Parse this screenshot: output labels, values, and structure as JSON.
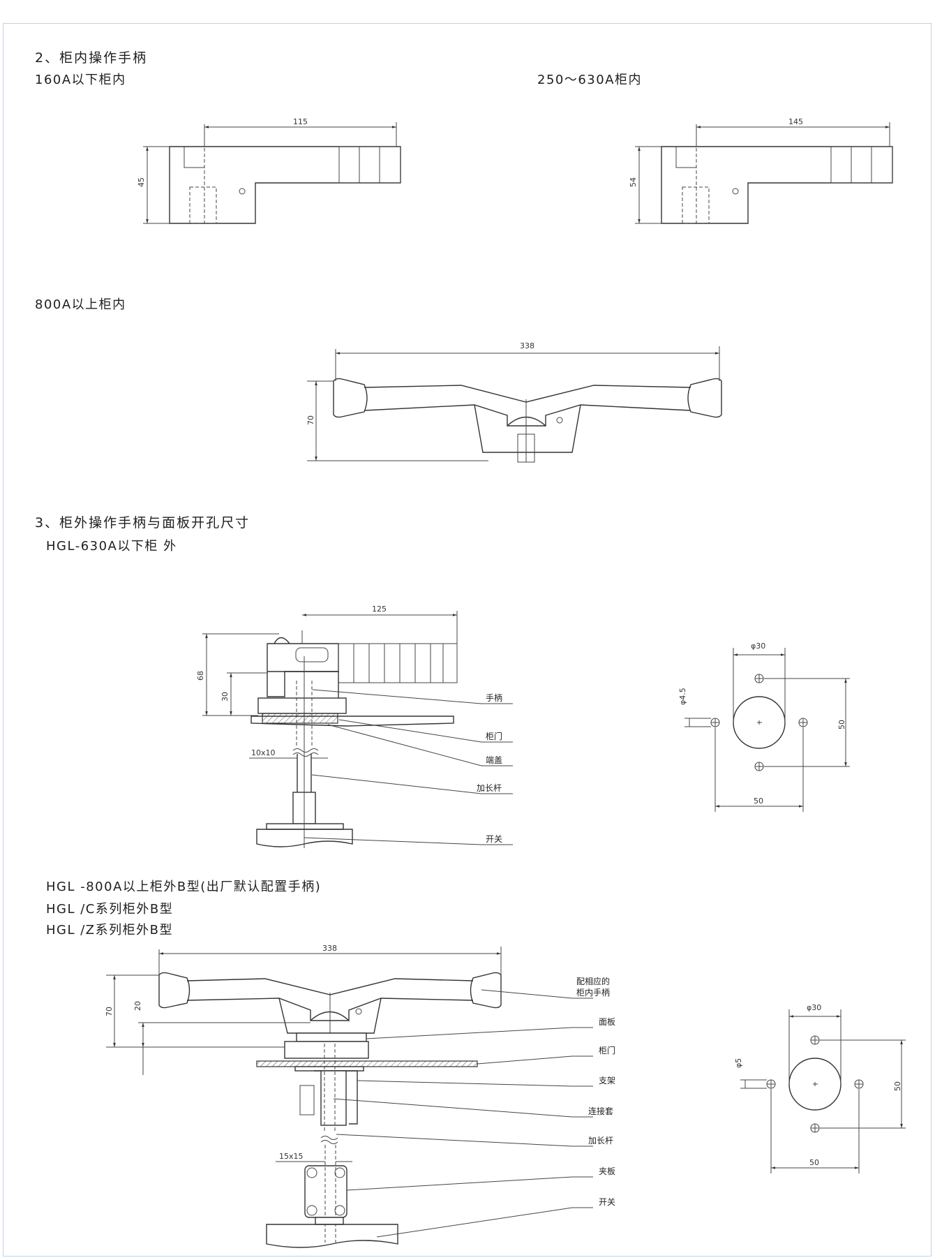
{
  "sections": {
    "s2_title": "2、柜内操作手柄",
    "s2_left": "160A以下柜内",
    "s2_right": "250～630A柜内",
    "s2_800": "800A以上柜内",
    "s3_title": "3、柜外操作手柄与面板开孔尺寸",
    "s3_630": "HGL-630A以下柜 外",
    "s3_800_line1": "HGL -800A以上柜外B型(出厂默认配置手柄)",
    "s3_800_line2": "HGL /C系列柜外B型",
    "s3_800_line3": "HGL /Z系列柜外B型"
  },
  "dims": {
    "d115": "115",
    "d45": "45",
    "d145": "145",
    "d54": "54",
    "d338a": "338",
    "d70a": "70",
    "d125": "125",
    "d68": "68",
    "d30": "30",
    "d10x10": "10x10",
    "phi30a": "φ30",
    "phi4_5": "φ4.5",
    "d50a_v": "50",
    "d50a_h": "50",
    "d338b": "338",
    "d70b": "70",
    "d20": "20",
    "d15x15": "15x15",
    "phi30b": "φ30",
    "phi5": "φ5",
    "d50b_v": "50",
    "d50b_h": "50"
  },
  "callouts_630": [
    "手柄",
    "柜门",
    "端盖",
    "加长杆",
    "开关"
  ],
  "callouts_800": {
    "first_l1": "配相应的",
    "first_l2": "柜内手柄",
    "rest": [
      "面板",
      "柜门",
      "支架",
      "连接套",
      "加长杆",
      "夹板",
      "开关"
    ]
  }
}
